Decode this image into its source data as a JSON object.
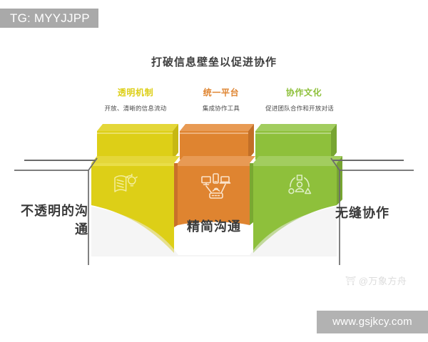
{
  "watermarks": {
    "tg": "TG: MYYJJPP",
    "account": "@万象方舟",
    "account_glyph_left": "⛩",
    "account_glyph_right": "◎",
    "url": "www.gsjkcy.com"
  },
  "title": "打破信息壁垒以促进协作",
  "columns": [
    {
      "heading": "透明机制",
      "subtext": "开放、清晰的信息流动",
      "color": "#ddcf17",
      "icon": "book-lightbulb-icon"
    },
    {
      "heading": "统一平台",
      "subtext": "集成协作工具",
      "color": "#df8430",
      "icon": "connected-devices-icon"
    },
    {
      "heading": "协作文化",
      "subtext": "促进团队合作和开放对话",
      "color": "#8ec03b",
      "icon": "team-shapes-icon"
    }
  ],
  "labels": {
    "left": "不透明的沟通",
    "center": "精简沟通",
    "right": "无缝协作"
  },
  "colors": {
    "title_text": "#3f3f3f",
    "label_text": "#3a3a3a",
    "road_line": "#6b6b6b",
    "arch_shadow": "#ebebeb",
    "watermark_band": "#a9a9a9",
    "url_band": "#b2b2b2"
  }
}
